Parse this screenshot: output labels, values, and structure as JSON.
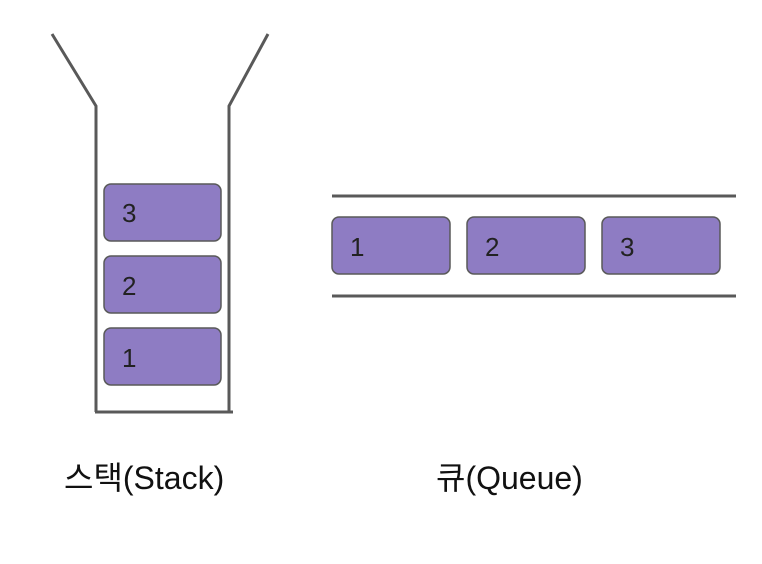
{
  "stack": {
    "label": "스택(Stack)",
    "items": [
      "3",
      "2",
      "1"
    ]
  },
  "queue": {
    "label": "큐(Queue)",
    "items": [
      "1",
      "2",
      "3"
    ]
  },
  "colors": {
    "box_fill": "#8e7cc3",
    "line": "#595959",
    "text": "#222222"
  }
}
